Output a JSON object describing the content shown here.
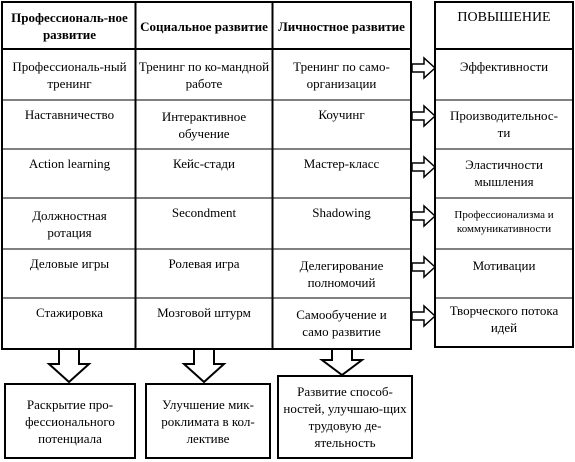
{
  "columns": [
    {
      "header": "Профессиональ-ное развитие",
      "items": [
        "Профессиональ-ный тренинг",
        "Наставничество",
        "Action learning",
        "Должностная ротация",
        "Деловые игры",
        "Стажировка"
      ],
      "outcome": "Раскрытие про-фессионального потенциала"
    },
    {
      "header": "Социальное развитие",
      "items": [
        "Тренинг по ко-мандной работе",
        "Интерактивное обучение",
        "Кейс-стади",
        "Secondment",
        "Ролевая игра",
        "Мозговой штурм"
      ],
      "outcome": "Улучшение мик-роклимата в кол-лективе"
    },
    {
      "header": "Личностное развитие",
      "items": [
        "Тренинг по само-организации",
        "Коучинг",
        "Мастер-класс",
        "Shadowing",
        "Делегирование полномочий",
        "Самообучение и само развитие"
      ],
      "outcome": "Развитие способ-ностей, улучшаю-щих трудовую де-ятельность"
    }
  ],
  "right_panel": {
    "header": "ПОВЫШЕНИЕ",
    "items": [
      "Эффективности",
      "Производительнос-ти",
      "Эластичности мышления",
      "Профессионализма и коммуникативности",
      "Мотивации",
      "Творческого потока идей"
    ]
  }
}
